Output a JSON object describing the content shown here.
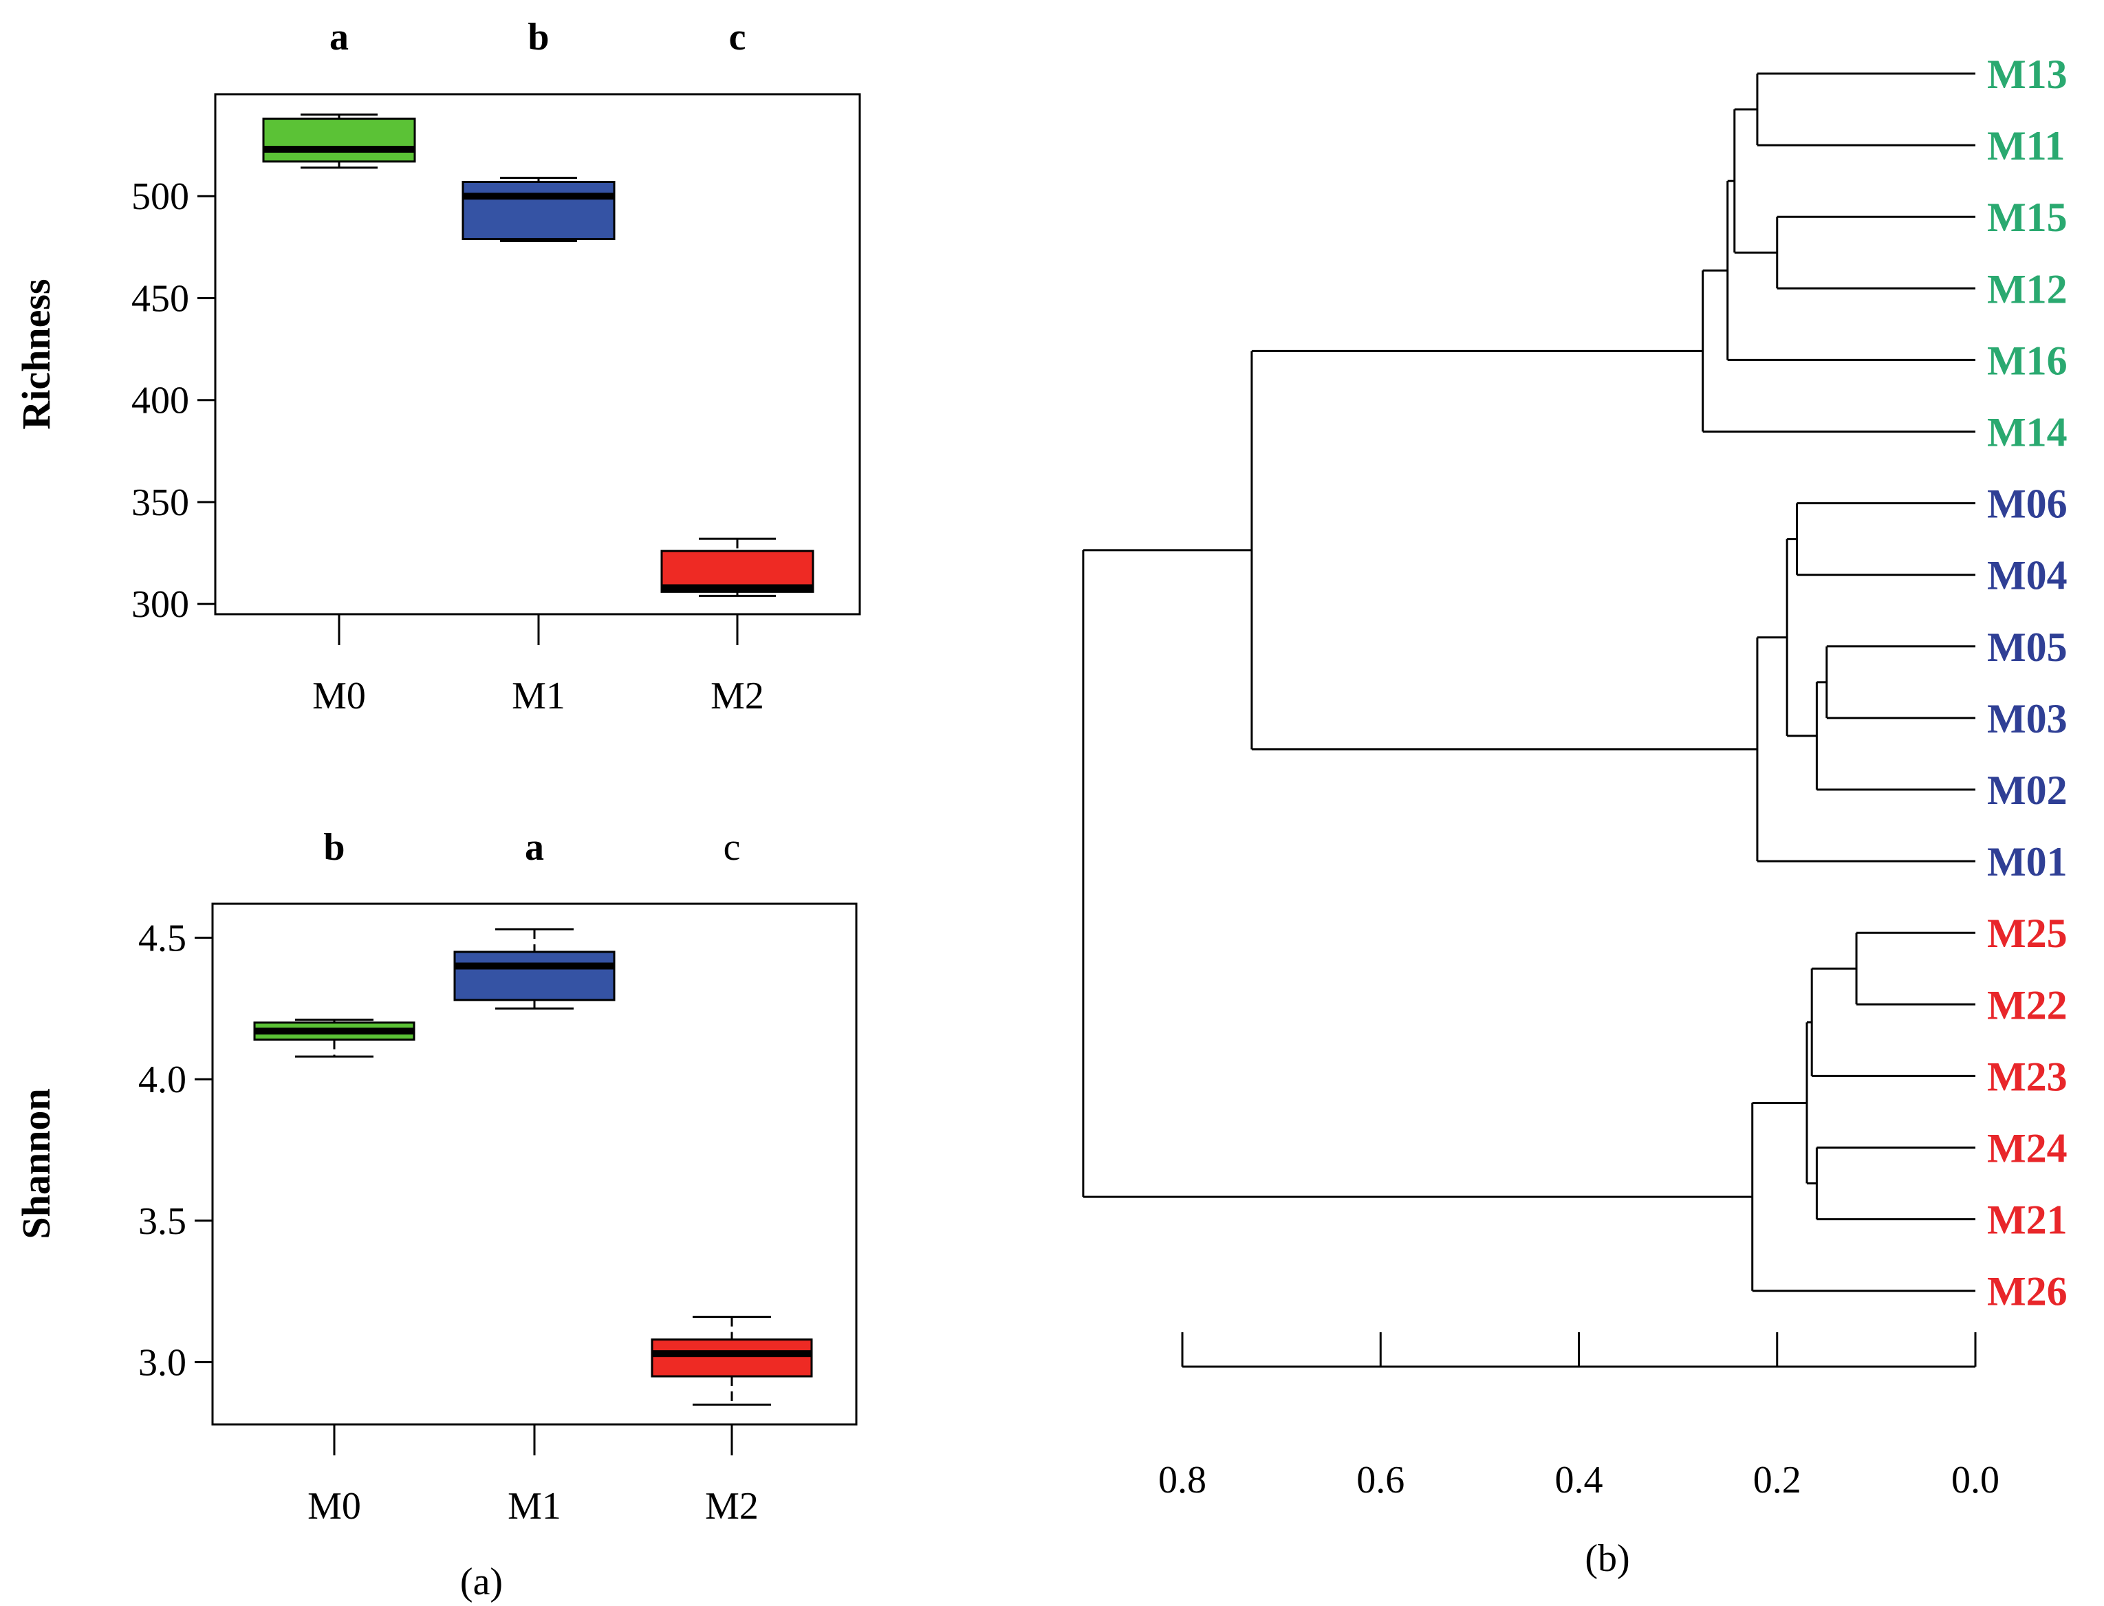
{
  "captions": {
    "a": "(a)",
    "b": "(b)"
  },
  "colors": {
    "M0": "#5bc236",
    "M1": "#3553a4",
    "M2": "#ee2a24",
    "green_leaf": "#2aa970",
    "blue_leaf": "#2f3f95",
    "red_leaf": "#e8262a"
  },
  "chart_data": [
    {
      "type": "box",
      "ylabel": "Richness",
      "categories": [
        "M0",
        "M1",
        "M2"
      ],
      "significance": [
        "a",
        "b",
        "c"
      ],
      "ylim": [
        295,
        550
      ],
      "yticks": [
        300,
        350,
        400,
        450,
        500
      ],
      "ytick_labels": [
        "300",
        "350",
        "400",
        "450",
        "500"
      ],
      "boxes": [
        {
          "name": "M0",
          "min": 514,
          "q1": 517,
          "median": 523,
          "q3": 538,
          "max": 540
        },
        {
          "name": "M1",
          "min": 478,
          "q1": 479,
          "median": 500,
          "q3": 507,
          "max": 509
        },
        {
          "name": "M2",
          "min": 304,
          "q1": 306,
          "median": 308,
          "q3": 326,
          "max": 332
        }
      ]
    },
    {
      "type": "box",
      "ylabel": "Shannon",
      "categories": [
        "M0",
        "M1",
        "M2"
      ],
      "significance": [
        "b",
        "a",
        "c"
      ],
      "ylim": [
        2.78,
        4.62
      ],
      "yticks": [
        3.0,
        3.5,
        4.0,
        4.5
      ],
      "ytick_labels": [
        "3.0",
        "3.5",
        "4.0",
        "4.5"
      ],
      "boxes": [
        {
          "name": "M0",
          "min": 4.08,
          "q1": 4.14,
          "median": 4.17,
          "q3": 4.2,
          "max": 4.21
        },
        {
          "name": "M1",
          "min": 4.25,
          "q1": 4.28,
          "median": 4.4,
          "q3": 4.45,
          "max": 4.53
        },
        {
          "name": "M2",
          "min": 2.85,
          "q1": 2.95,
          "median": 3.03,
          "q3": 3.08,
          "max": 3.16
        }
      ]
    },
    {
      "type": "dendrogram",
      "xlim": [
        0.8,
        0.0
      ],
      "xticks": [
        0.8,
        0.6,
        0.4,
        0.2,
        0.0
      ],
      "xtick_labels": [
        "0.8",
        "0.6",
        "0.4",
        "0.2",
        "0.0"
      ],
      "leaves": [
        {
          "label": "M13",
          "group": "green"
        },
        {
          "label": "M11",
          "group": "green"
        },
        {
          "label": "M15",
          "group": "green"
        },
        {
          "label": "M12",
          "group": "green"
        },
        {
          "label": "M16",
          "group": "green"
        },
        {
          "label": "M14",
          "group": "green"
        },
        {
          "label": "M06",
          "group": "blue"
        },
        {
          "label": "M04",
          "group": "blue"
        },
        {
          "label": "M05",
          "group": "blue"
        },
        {
          "label": "M03",
          "group": "blue"
        },
        {
          "label": "M02",
          "group": "blue"
        },
        {
          "label": "M01",
          "group": "blue"
        },
        {
          "label": "M25",
          "group": "red"
        },
        {
          "label": "M22",
          "group": "red"
        },
        {
          "label": "M23",
          "group": "red"
        },
        {
          "label": "M24",
          "group": "red"
        },
        {
          "label": "M21",
          "group": "red"
        },
        {
          "label": "M26",
          "group": "red"
        }
      ],
      "merges": [
        {
          "left": 0,
          "right": 1,
          "height": 0.22
        },
        {
          "left": 2,
          "right": 3,
          "height": 0.2
        },
        {
          "left": "m0",
          "right": "m1",
          "height": 0.243
        },
        {
          "left": "m2",
          "right": 4,
          "height": 0.25
        },
        {
          "left": "m3",
          "right": 5,
          "height": 0.275
        },
        {
          "left": 6,
          "right": 7,
          "height": 0.18
        },
        {
          "left": 8,
          "right": 9,
          "height": 0.15
        },
        {
          "left": "m6",
          "right": 10,
          "height": 0.16
        },
        {
          "left": "m5",
          "right": "m7",
          "height": 0.19
        },
        {
          "left": "m8",
          "right": 11,
          "height": 0.22
        },
        {
          "left": "m4",
          "right": "m9",
          "height": 0.73
        },
        {
          "left": 12,
          "right": 13,
          "height": 0.12
        },
        {
          "left": 15,
          "right": 16,
          "height": 0.16
        },
        {
          "left": "m11",
          "right": 14,
          "height": 0.165
        },
        {
          "left": "m13",
          "right": "m12",
          "height": 0.17
        },
        {
          "left": "m14",
          "right": 17,
          "height": 0.225
        },
        {
          "left": "m10",
          "right": "m15",
          "height": 0.9
        }
      ]
    }
  ]
}
